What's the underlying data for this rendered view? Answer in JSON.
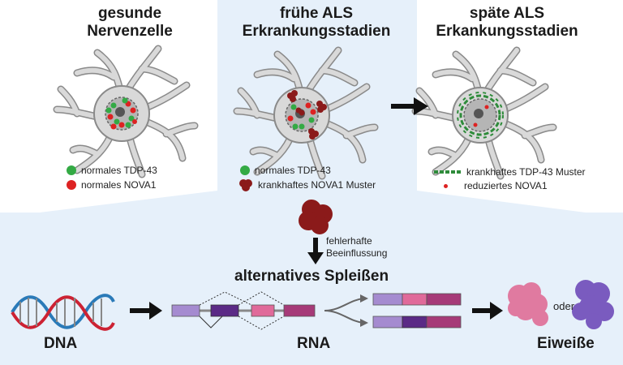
{
  "stages": [
    {
      "title": "gesunde\nNervenzelle",
      "legend": [
        {
          "label": "normales TDP-43",
          "color": "#33aa44"
        },
        {
          "label": "normales NOVA1",
          "color": "#dd2222"
        }
      ]
    },
    {
      "title": "frühe ALS\nErkrankungsstadien",
      "legend": [
        {
          "label": "normales TDP-43",
          "color": "#33aa44"
        },
        {
          "label": "krankhaftes NOVA1 Muster",
          "color": "#8b1a1a"
        }
      ]
    },
    {
      "title": "späte ALS\nErkankungsstadien",
      "legend": [
        {
          "label": "krankhaftes TDP-43 Muster",
          "color": "#2e8b3a"
        },
        {
          "label": "reduziertes NOVA1",
          "color": "#dd2222"
        }
      ]
    }
  ],
  "process": {
    "influence_label": "fehlerhafte\nBeeinflussung",
    "splicing_title": "alternatives Spleißen",
    "dna_label": "DNA",
    "rna_label": "RNA",
    "protein_label": "Eiweiße",
    "or_label": "oder"
  },
  "colors": {
    "panel_bg": "#e6f0fa",
    "neuron_fill": "#d9d9d9",
    "neuron_stroke": "#8a8a8a",
    "exon_lilac": "#a58bd0",
    "exon_purple": "#5b2a86",
    "exon_pink": "#e06a9a",
    "exon_magenta": "#a63a78",
    "protein_pink": "#e07aa0",
    "protein_purple": "#7a5bbf"
  }
}
